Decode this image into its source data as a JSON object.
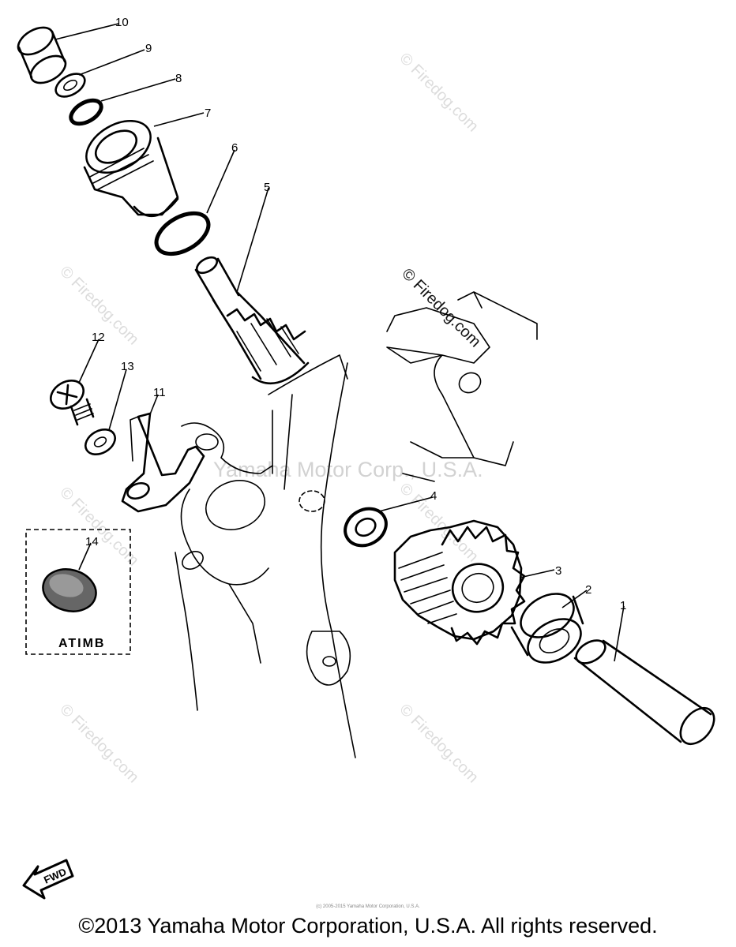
{
  "callouts": {
    "c1": "1",
    "c2": "2",
    "c3": "3",
    "c4": "4",
    "c5": "5",
    "c6": "6",
    "c7": "7",
    "c8": "8",
    "c9": "9",
    "c10": "10",
    "c11": "11",
    "c12": "12",
    "c13": "13",
    "c14": "14"
  },
  "variant_box_label": "ATIMB",
  "fwd_label": "FWD",
  "watermarks": {
    "site": "© Firedog.com",
    "center": "Yamaha Motor Corp., U.S.A."
  },
  "small_copyright": "(c) 2005-2015 Yamaha Motor Corporation, U.S.A.",
  "footer": "©2013 Yamaha Motor Corporation, U.S.A. All rights reserved."
}
